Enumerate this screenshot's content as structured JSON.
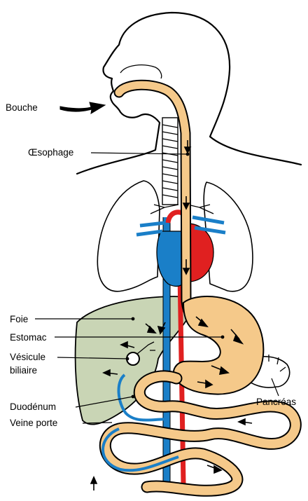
{
  "labels": {
    "bouche": "Bouche",
    "oesophage": "Œsophage",
    "foie": "Foie",
    "estomac": "Estomac",
    "vesicule_line1": "Vésicule",
    "vesicule_line2": "biliaire",
    "pancreas": "Pancréas",
    "duodenum": "Duodénum",
    "veine_porte": "Veine porte"
  },
  "colors": {
    "digestive_tract": "#f5c98a",
    "liver": "#c9d5b5",
    "artery": "#e02020",
    "vein": "#1a7fc8",
    "outline": "#000000",
    "background": "#ffffff"
  }
}
